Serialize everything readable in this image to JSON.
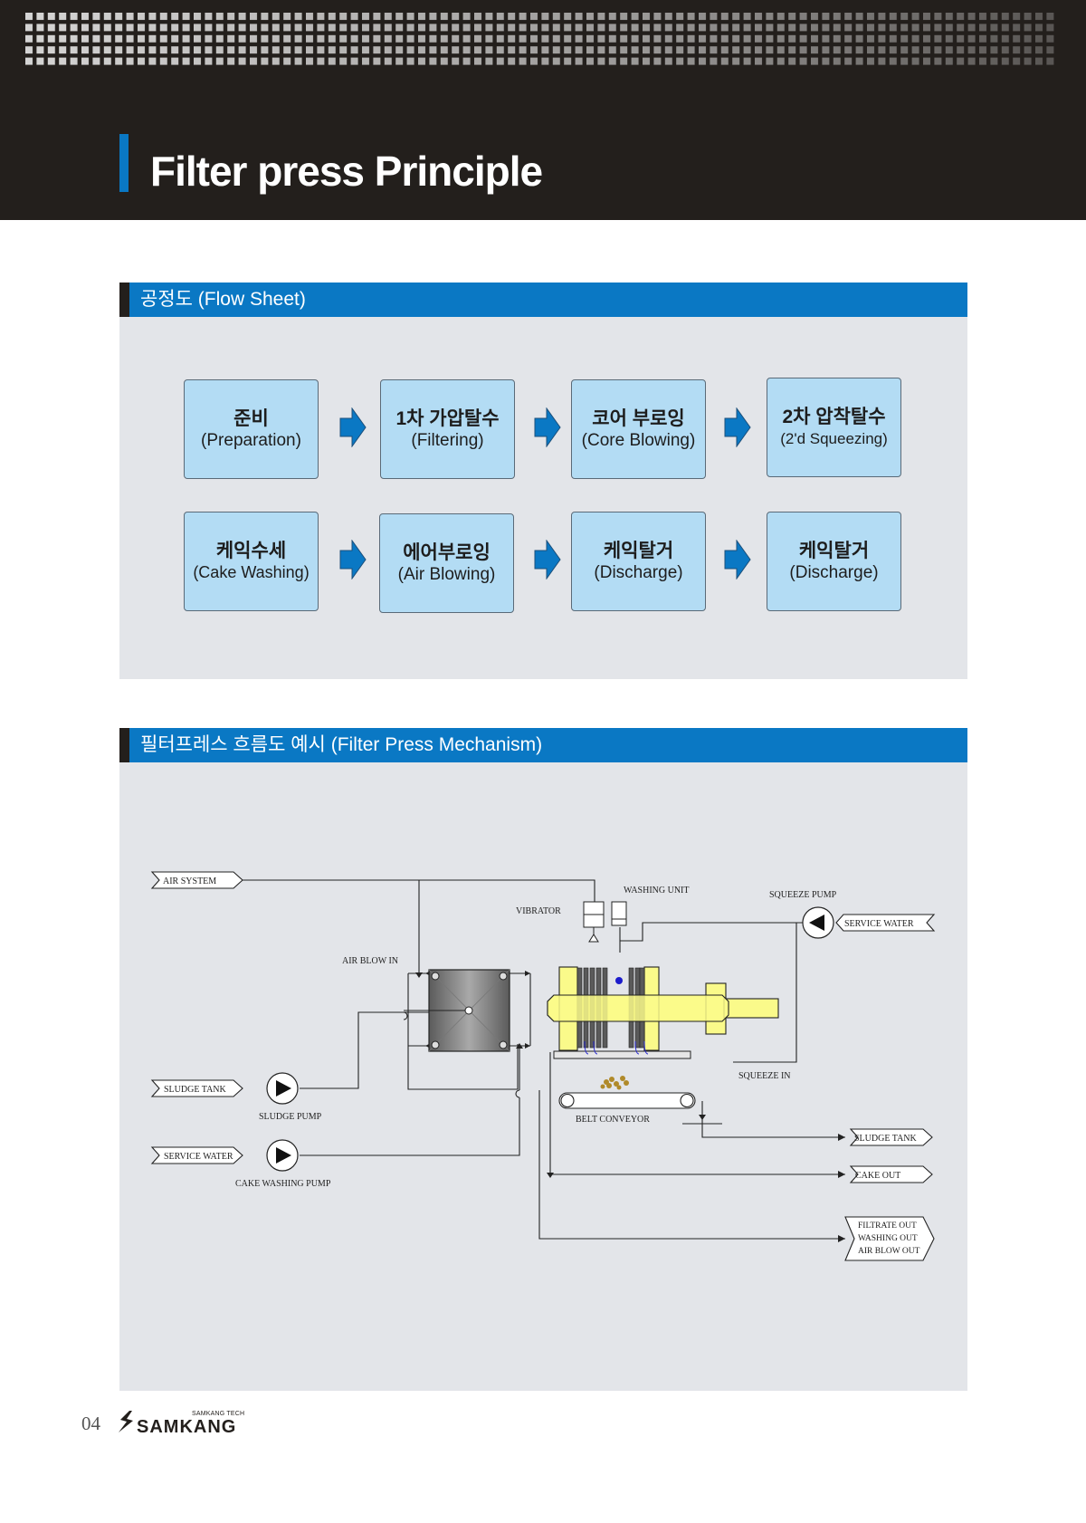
{
  "header": {
    "title": "Filter press Principle"
  },
  "flow_section": {
    "title": "공정도 (Flow Sheet)",
    "steps": [
      {
        "ko": "준비",
        "en": "(Preparation)"
      },
      {
        "ko": "1차 가압탈수",
        "en": "(Filtering)"
      },
      {
        "ko": "코어 부로잉",
        "en": "(Core Blowing)"
      },
      {
        "ko": "2차 압착탈수",
        "en": "(2'd Squeezing)"
      },
      {
        "ko": "케익수세",
        "en": "(Cake Washing)"
      },
      {
        "ko": "에어부로잉",
        "en": "(Air Blowing)"
      },
      {
        "ko": "케익탈거",
        "en": "(Discharge)"
      },
      {
        "ko": "케익탈거",
        "en": "(Discharge)"
      }
    ]
  },
  "mechanism_section": {
    "title": "필터프레스 흐름도 예시 (Filter Press Mechanism)",
    "labels": {
      "air_system": "AIR SYSTEM",
      "washing_unit": "WASHING UNIT",
      "squeeze_pump": "SQUEEZE PUMP",
      "vibrator": "VIBRATOR",
      "service_water_right": "SERVICE WATER",
      "air_blow_in": "AIR BLOW IN",
      "squeeze_in": "SQUEEZE IN",
      "sludge_tank_left": "SLUDGE TANK",
      "sludge_pump": "SLUDGE PUMP",
      "belt_conveyor": "BELT CONVEYOR",
      "sludge_tank_right": "SLUDGE TANK",
      "service_water_left": "SERVICE WATER",
      "cake_out": "CAKE OUT",
      "cake_washing_pump": "CAKE WASHING PUMP",
      "filtrate_out": "FILTRATE OUT",
      "washing_out": "WASHING OUT",
      "air_blow_out": "AIR BLOW OUT"
    }
  },
  "footer": {
    "page_number": "04",
    "logo_tech": "SAMKANG TECH",
    "logo_name": "SAMKANG"
  },
  "colors": {
    "accent_blue": "#0a78c4",
    "dark": "#231f1c",
    "box_fill": "#b3dcf4",
    "panel_bg": "#e3e5e9",
    "plate_yellow": "#fafa8a"
  }
}
